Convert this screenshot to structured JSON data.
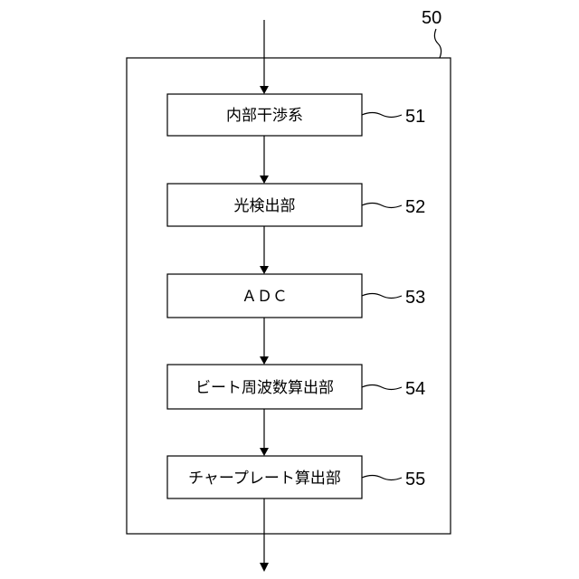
{
  "diagram": {
    "container_ref": "50",
    "blocks": [
      {
        "label": "内部干渉系",
        "ref": "51"
      },
      {
        "label": "光検出部",
        "ref": "52"
      },
      {
        "label": "ＡＤＣ",
        "ref": "53"
      },
      {
        "label": "ビート周波数算出部",
        "ref": "54"
      },
      {
        "label": "チャープレート算出部",
        "ref": "55"
      }
    ]
  }
}
